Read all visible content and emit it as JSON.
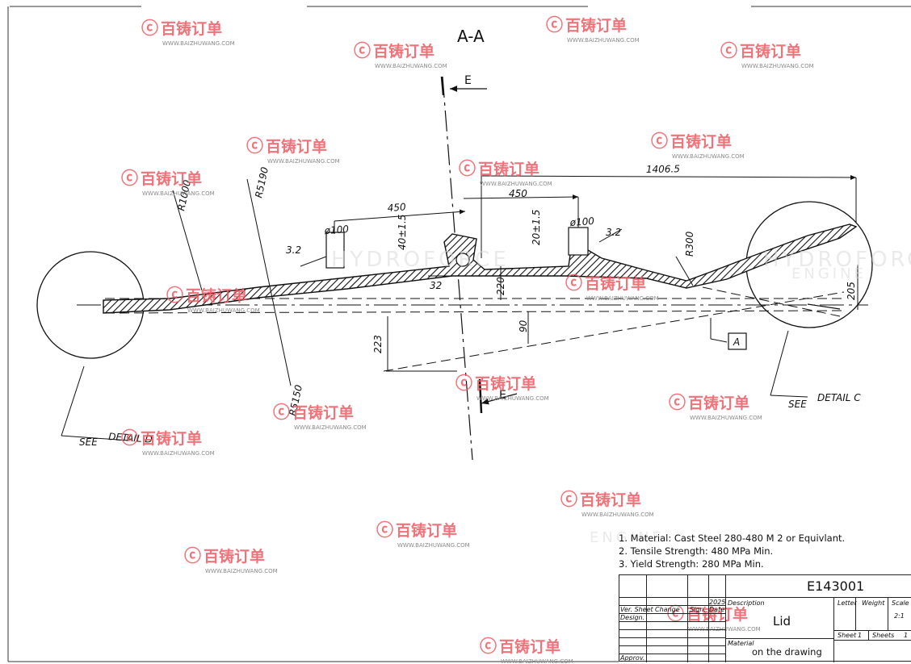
{
  "section_title": "A-A",
  "section_marks": [
    "E",
    "E"
  ],
  "dimensions": {
    "overall": "1406.5",
    "upper_span": "450",
    "lower_span": "450",
    "hole_left": "ø100",
    "hole_right": "ø100",
    "tol_left": "40±1.5",
    "tol_right": "20±1.5",
    "edge_left": "3.2",
    "edge_right": "3.2",
    "height_220": "220",
    "height_90": "90",
    "height_223": "223",
    "width_32": "32",
    "height_205": "205"
  },
  "radii": [
    "R1000",
    "R5190",
    "R5150",
    "R300"
  ],
  "datum": "A",
  "details": {
    "left_see": "SEE",
    "left_detail": "DETAIL D",
    "right_see": "SEE",
    "right_detail": "DETAIL C"
  },
  "notes": [
    "1. Material: Cast Steel 280-480 M 2 or Equivlant.",
    "2. Tensile Strength: 480 MPa Min.",
    "3. Yield Strength: 280 MPa Min."
  ],
  "title_block": {
    "drawing_number": "E143001",
    "part_name": "Lid",
    "material_label": "Material",
    "material_value": "on the drawing",
    "description_label": "Description",
    "letter_label": "Letter",
    "weight_label": "Weight",
    "scale_label": "Scale",
    "scale_value": "2:1",
    "sheet_label": "Sheet",
    "sheet_value": "1",
    "sheets_label": "Sheets",
    "sheets_value": "1",
    "ver_sheet": "Ver. Sheet",
    "change": "Change",
    "sign": "Sign.",
    "date": "Date",
    "year": "2025",
    "design": "Design.",
    "approv": "Approv."
  },
  "watermark": {
    "brand": "百铸订单",
    "url": "WWW.BAIZHUWANG.COM",
    "faint": [
      "HYDROFORCE",
      "ENGINE"
    ],
    "color": "#ef5a62"
  }
}
